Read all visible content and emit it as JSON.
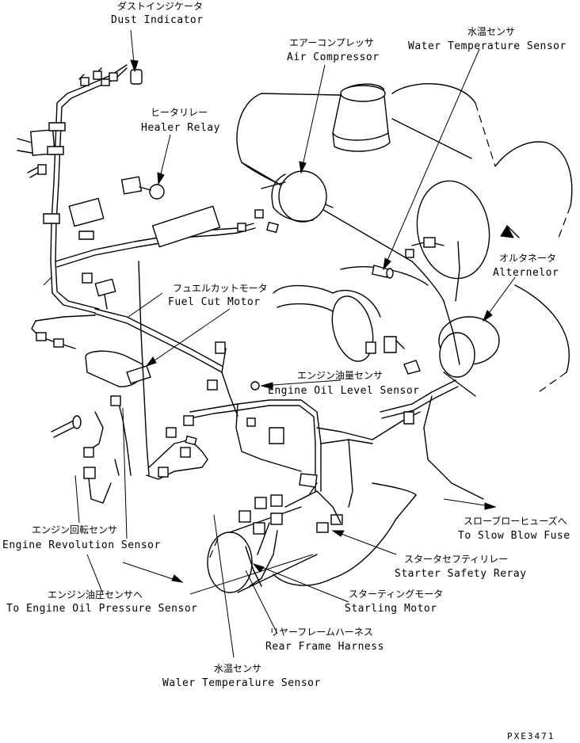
{
  "labels": {
    "dust_indicator": {
      "jp": "ダストインジケータ",
      "en": "Dust Indicator"
    },
    "heater_relay": {
      "jp": "ヒータリレー",
      "en": "Healer Relay"
    },
    "air_compressor": {
      "jp": "エアーコンプレッサ",
      "en": "Air Compressor"
    },
    "water_temp_top": {
      "jp": "水温センサ",
      "en": "Water Temperature Sensor"
    },
    "alternator": {
      "jp": "オルタネータ",
      "en": "Alternelor"
    },
    "fuel_cut_motor": {
      "jp": "フュエルカットモータ",
      "en": "Fuel Cut Motor"
    },
    "engine_oil_level": {
      "jp": "エンジン油量センサ",
      "en": "Engine Oil Level Sensor"
    },
    "engine_revolution": {
      "jp": "エンジン回転センサ",
      "en": "Engine Revolution Sensor"
    },
    "engine_oil_pressure": {
      "jp": "エンジン油圧センサへ",
      "en": "To Engine Oil Pressure Sensor"
    },
    "slow_blow_fuse": {
      "jp": "スローブローヒューズへ",
      "en": "To Slow Blow Fuse"
    },
    "starter_safety": {
      "jp": "スタータセフティリレー",
      "en": "Starter Safety Reray"
    },
    "starting_motor": {
      "jp": "スターティングモータ",
      "en": "Starling Motor"
    },
    "rear_frame": {
      "jp": "リヤーフレームハーネス",
      "en": "Rear Frame Harness"
    },
    "water_temp_bottom": {
      "jp": "水温センサ",
      "en": "Waler Temperalure Sensor"
    }
  },
  "drawing_code": "PXE3471"
}
